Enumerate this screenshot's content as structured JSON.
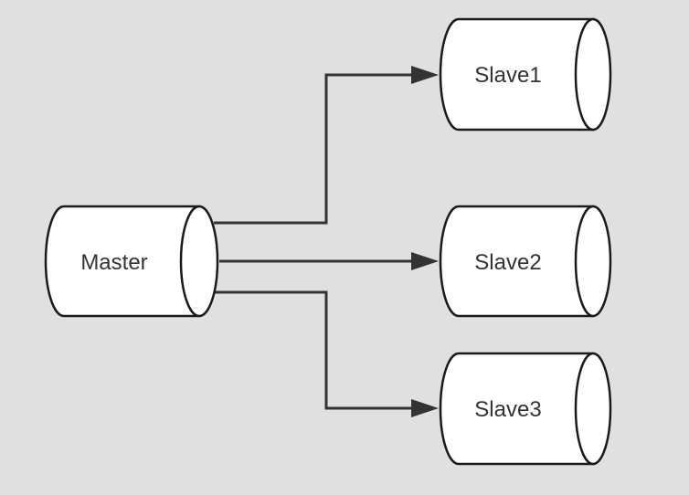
{
  "diagram": {
    "background": "#e0e0e0",
    "stroke_color": "#333333",
    "node_fill": "#ffffff",
    "nodes": {
      "master": {
        "label": "Master",
        "shape": "cylinder-horizontal"
      },
      "slave1": {
        "label": "Slave1",
        "shape": "cylinder-horizontal"
      },
      "slave2": {
        "label": "Slave2",
        "shape": "cylinder-horizontal"
      },
      "slave3": {
        "label": "Slave3",
        "shape": "cylinder-horizontal"
      }
    },
    "edges": [
      {
        "from": "Master",
        "to": "Slave1",
        "style": "orthogonal-arrow"
      },
      {
        "from": "Master",
        "to": "Slave2",
        "style": "straight-arrow"
      },
      {
        "from": "Master",
        "to": "Slave3",
        "style": "orthogonal-arrow"
      }
    ]
  }
}
